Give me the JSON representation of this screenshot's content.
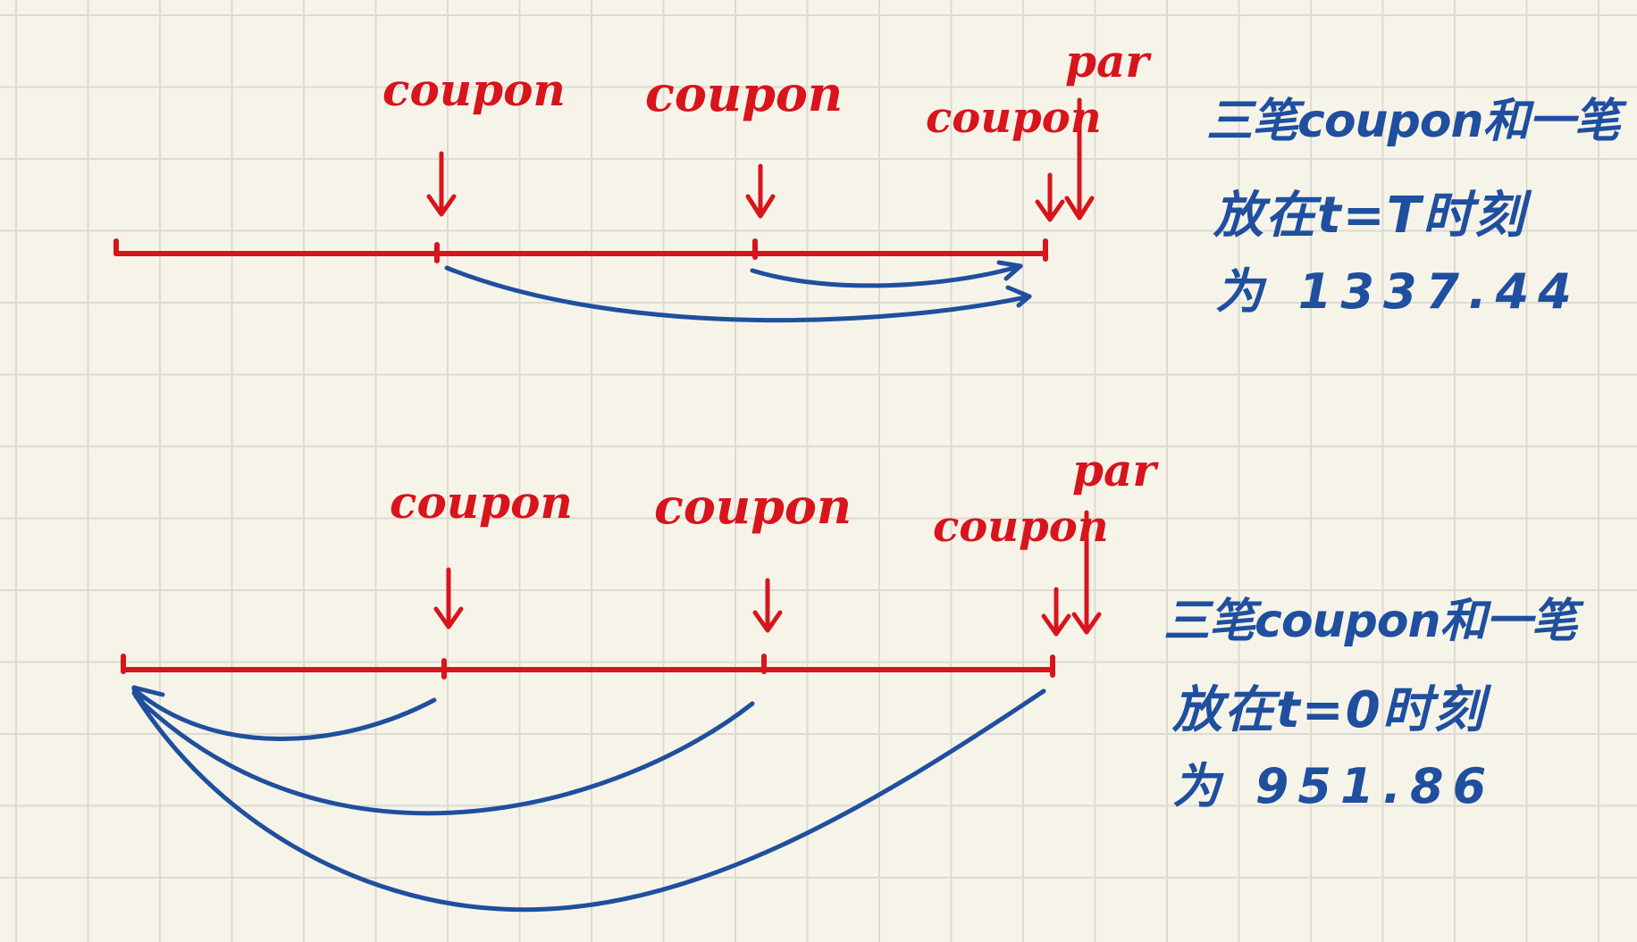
{
  "top_diagram": {
    "coupon_labels": [
      "coupon",
      "coupon",
      "coupon"
    ],
    "par_label": "par",
    "note": {
      "line1": "三笔coupon和一笔",
      "line2": "放在t=T时刻",
      "line3": "为 1337.44"
    }
  },
  "bottom_diagram": {
    "coupon_labels": [
      "coupon",
      "coupon",
      "coupon"
    ],
    "par_label": "par",
    "note": {
      "line1": "三笔coupon和一笔",
      "line2": "放在t=0时刻",
      "line3": "为 951.86"
    }
  },
  "colors": {
    "red_ink": "#d8141c",
    "blue_ink": "#1f4f9e",
    "paper": "#f6f4e9",
    "grid": "#dcdad2"
  }
}
